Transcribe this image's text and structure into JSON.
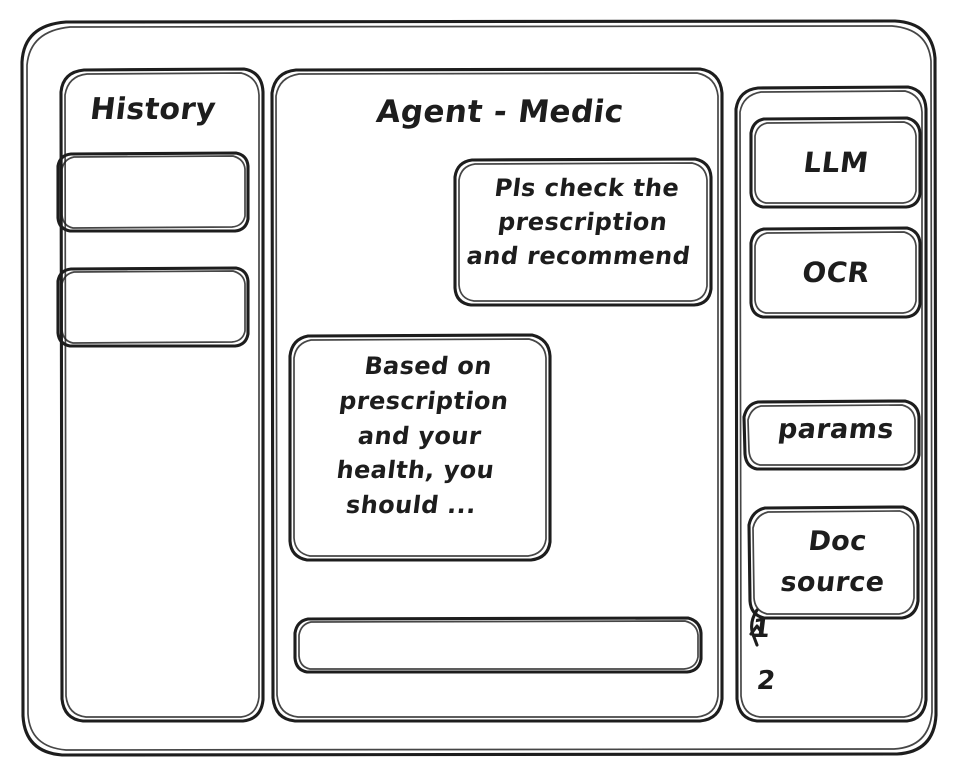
{
  "app": {
    "style": "hand-drawn-wireframe",
    "stroke_color": "#1d1d1d",
    "background_color": "#ffffff"
  },
  "sidebar_left": {
    "title": "History",
    "items": [
      {
        "label": ""
      },
      {
        "label": ""
      }
    ]
  },
  "main": {
    "title": "Agent - Medic",
    "messages": [
      {
        "role": "user",
        "align": "right",
        "text": "Pls check the\nprescription\nand recommend"
      },
      {
        "role": "agent",
        "align": "left",
        "text": "Based on\nprescription\nand your\nhealth, you\nshould ..."
      }
    ],
    "composer": {
      "value": "",
      "placeholder": ""
    }
  },
  "sidebar_right": {
    "buttons": [
      {
        "label": "LLM"
      },
      {
        "label": "OCR"
      },
      {
        "label": "params"
      }
    ],
    "doc_source": {
      "label": "Doc\nsource",
      "items": [
        "1",
        "2"
      ]
    }
  }
}
